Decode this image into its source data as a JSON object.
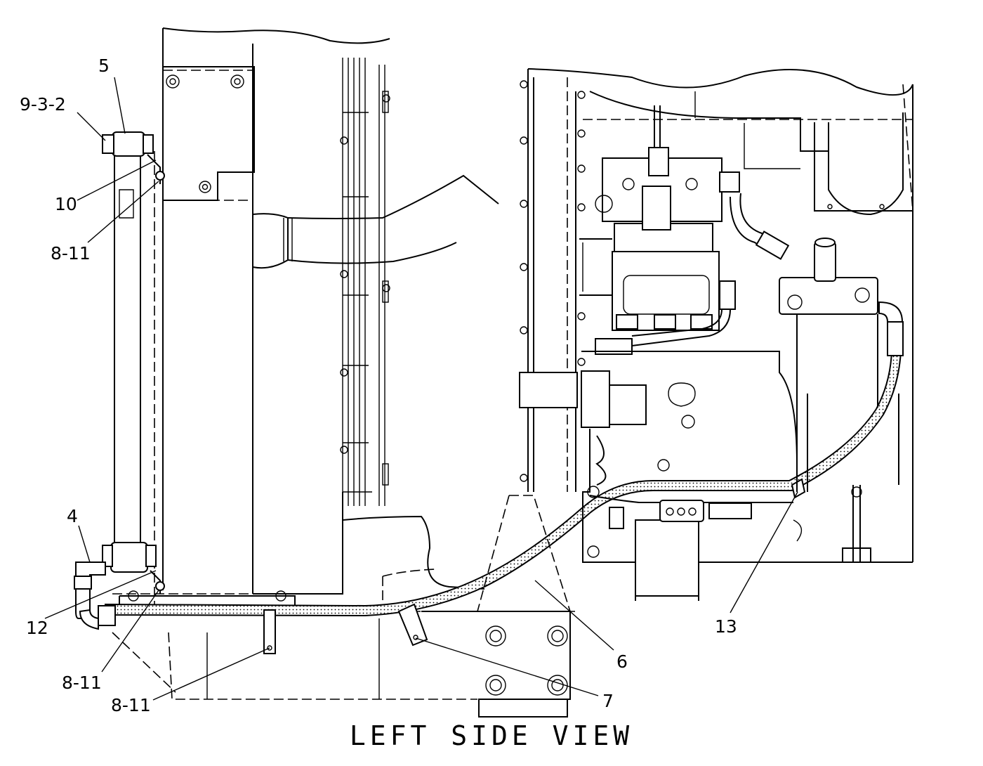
{
  "title": "LEFT SIDE VIEW",
  "callouts": {
    "c5": "5",
    "c9_3_2": "9-3-2",
    "c10": "10",
    "c8_11_top": "8-11",
    "c4": "4",
    "c12": "12",
    "c8_11_mid": "8-11",
    "c8_11_bot": "8-11",
    "c6": "6",
    "c7": "7",
    "c13": "13"
  }
}
